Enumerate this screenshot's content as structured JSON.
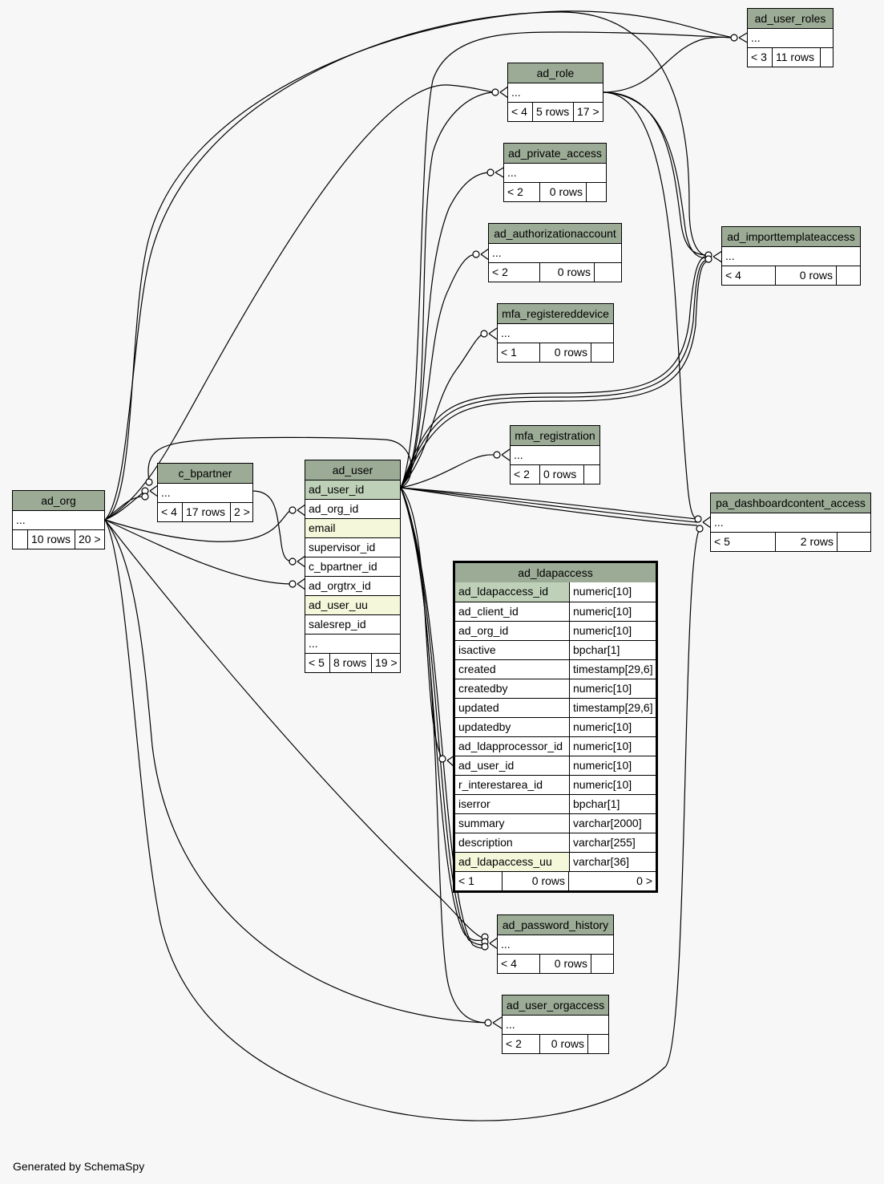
{
  "footer": "Generated by SchemaSpy",
  "colors": {
    "header": "#9cab96",
    "primary_key": "#bed1b8",
    "indexed": "#f4f7da",
    "background": "#f7f7f7"
  },
  "tables": {
    "ad_user_roles": {
      "name": "ad_user_roles",
      "columns": [
        "..."
      ],
      "footer": [
        "< 3",
        "11 rows",
        ""
      ]
    },
    "ad_role": {
      "name": "ad_role",
      "columns": [
        "..."
      ],
      "footer": [
        "< 4",
        "5 rows",
        "17 >"
      ]
    },
    "ad_private_access": {
      "name": "ad_private_access",
      "columns": [
        "..."
      ],
      "footer": [
        "< 2",
        "0 rows",
        ""
      ]
    },
    "ad_authorizationaccount": {
      "name": "ad_authorizationaccount",
      "columns": [
        "..."
      ],
      "footer": [
        "< 2",
        "0 rows",
        ""
      ]
    },
    "mfa_registereddevice": {
      "name": "mfa_registereddevice",
      "columns": [
        "..."
      ],
      "footer": [
        "< 1",
        "0 rows",
        ""
      ]
    },
    "ad_importtemplateaccess": {
      "name": "ad_importtemplateaccess",
      "columns": [
        "..."
      ],
      "footer": [
        "< 4",
        "0 rows",
        ""
      ]
    },
    "mfa_registration": {
      "name": "mfa_registration",
      "columns": [
        "..."
      ],
      "footer": [
        "< 2",
        "0 rows",
        ""
      ]
    },
    "pa_dashboardcontent_access": {
      "name": "pa_dashboardcontent_access",
      "columns": [
        "..."
      ],
      "footer": [
        "< 5",
        "2 rows",
        ""
      ]
    },
    "ad_org": {
      "name": "ad_org",
      "columns": [
        "..."
      ],
      "footer": [
        "",
        "10 rows",
        "20 >"
      ]
    },
    "c_bpartner": {
      "name": "c_bpartner",
      "columns": [
        "..."
      ],
      "footer": [
        "< 4",
        "17 rows",
        "2 >"
      ]
    },
    "ad_user": {
      "name": "ad_user",
      "columns": [
        "ad_user_id",
        "ad_org_id",
        "email",
        "supervisor_id",
        "c_bpartner_id",
        "ad_orgtrx_id",
        "ad_user_uu",
        "salesrep_id",
        "..."
      ],
      "footer": [
        "< 5",
        "8 rows",
        "19 >"
      ]
    },
    "ad_ldapaccess": {
      "name": "ad_ldapaccess",
      "columns": [
        {
          "name": "ad_ldapaccess_id",
          "type": "numeric[10]"
        },
        {
          "name": "ad_client_id",
          "type": "numeric[10]"
        },
        {
          "name": "ad_org_id",
          "type": "numeric[10]"
        },
        {
          "name": "isactive",
          "type": "bpchar[1]"
        },
        {
          "name": "created",
          "type": "timestamp[29,6]"
        },
        {
          "name": "createdby",
          "type": "numeric[10]"
        },
        {
          "name": "updated",
          "type": "timestamp[29,6]"
        },
        {
          "name": "updatedby",
          "type": "numeric[10]"
        },
        {
          "name": "ad_ldapprocessor_id",
          "type": "numeric[10]"
        },
        {
          "name": "ad_user_id",
          "type": "numeric[10]"
        },
        {
          "name": "r_interestarea_id",
          "type": "numeric[10]"
        },
        {
          "name": "iserror",
          "type": "bpchar[1]"
        },
        {
          "name": "summary",
          "type": "varchar[2000]"
        },
        {
          "name": "description",
          "type": "varchar[255]"
        },
        {
          "name": "ad_ldapaccess_uu",
          "type": "varchar[36]"
        }
      ],
      "footer": [
        "< 1",
        "0 rows",
        "0 >"
      ]
    },
    "ad_password_history": {
      "name": "ad_password_history",
      "columns": [
        "..."
      ],
      "footer": [
        "< 4",
        "0 rows",
        ""
      ]
    },
    "ad_user_orgaccess": {
      "name": "ad_user_orgaccess",
      "columns": [
        "..."
      ],
      "footer": [
        "< 2",
        "0 rows",
        ""
      ]
    }
  }
}
